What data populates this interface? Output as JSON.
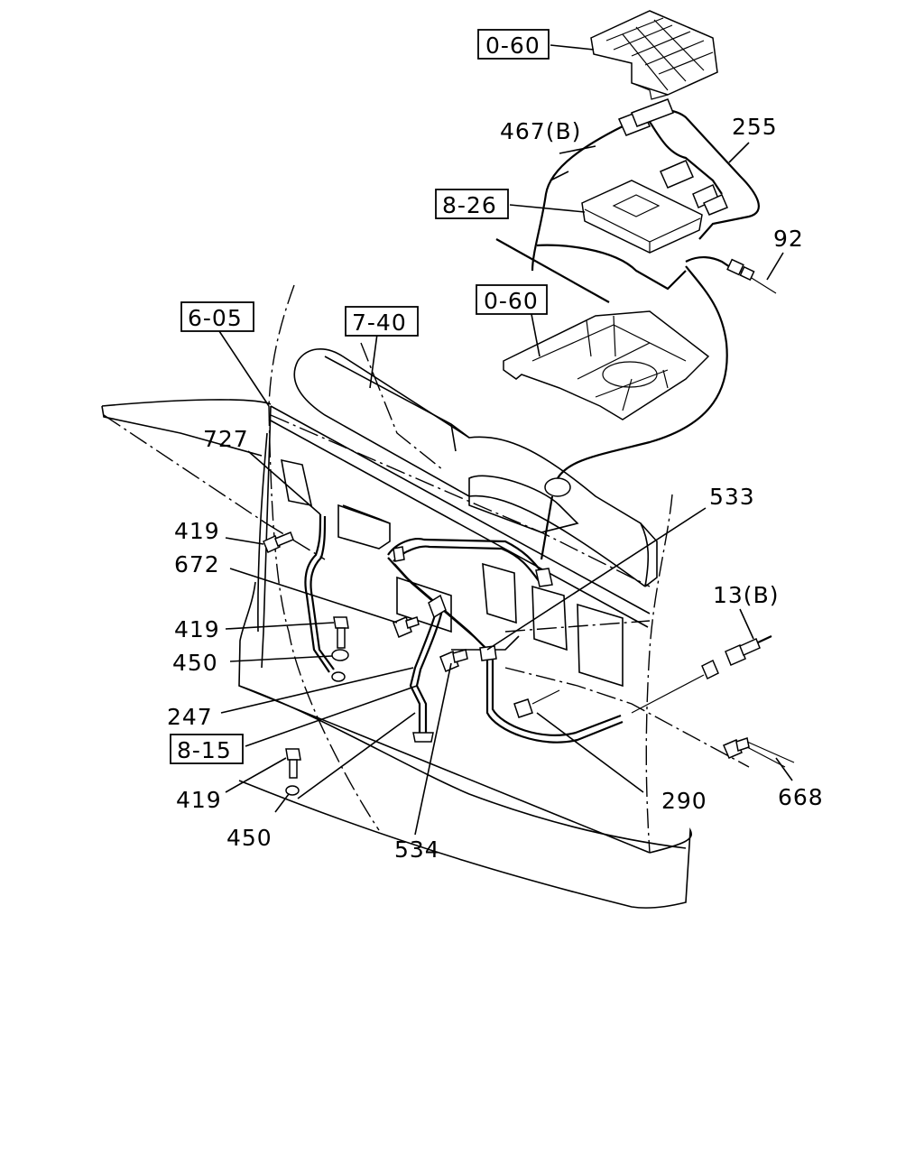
{
  "callouts": {
    "l_060_top": "0-60",
    "l_467b": "467(B)",
    "l_255": "255",
    "l_826": "8-26",
    "l_92": "92",
    "l_060_mid": "0-60",
    "l_605": "6-05",
    "l_740": "7-40",
    "l_727": "727",
    "l_533": "533",
    "l_419_a": "419",
    "l_672": "672",
    "l_13b": "13(B)",
    "l_419_b": "419",
    "l_450_a": "450",
    "l_247": "247",
    "l_815": "8-15",
    "l_290": "290",
    "l_668": "668",
    "l_419_c": "419",
    "l_450_b": "450",
    "l_534": "534"
  }
}
